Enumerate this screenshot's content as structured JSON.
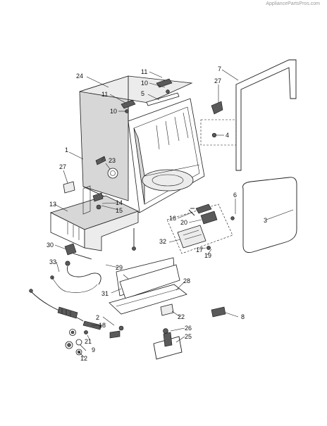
{
  "watermark": "AppliancePartsPros.com",
  "callouts": [
    "1",
    "2",
    "3",
    "4",
    "5",
    "6",
    "7",
    "8",
    "9",
    "10",
    "10",
    "11",
    "11",
    "12",
    "13",
    "14",
    "15",
    "16",
    "17",
    "18",
    "19",
    "20",
    "21",
    "22",
    "23",
    "24",
    "25",
    "26",
    "27",
    "27",
    "28",
    "29",
    "30",
    "31",
    "32",
    "33"
  ]
}
